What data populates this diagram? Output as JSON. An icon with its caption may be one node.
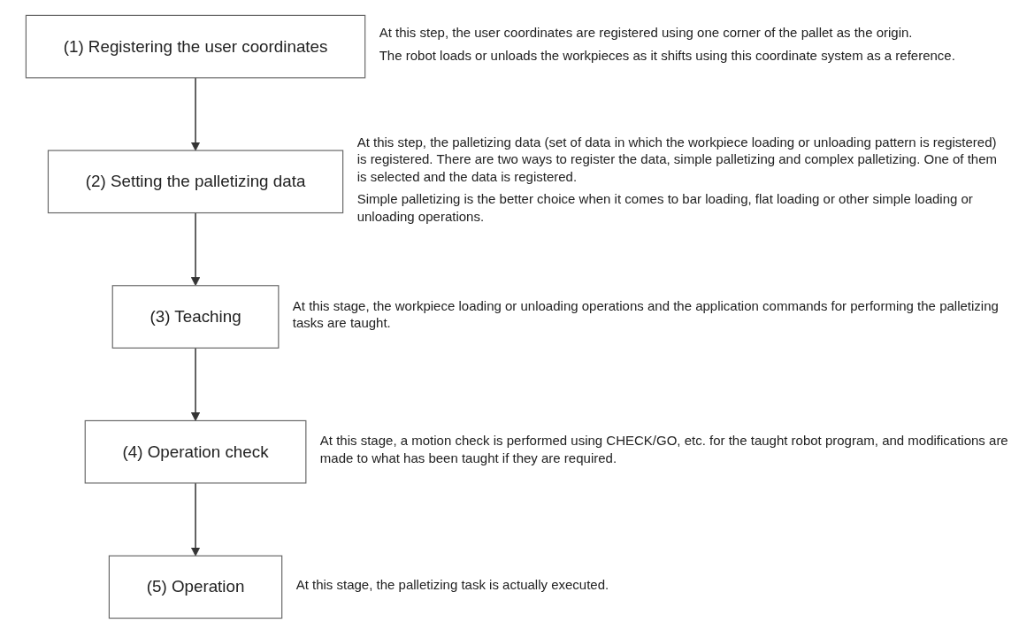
{
  "diagram": {
    "nodes": [
      {
        "text": [
          "(1) Registering the user coordinates"
        ],
        "beside": [
          "At this step, the user coordinates are registered using one corner of the pallet as the origin.",
          "The robot loads or unloads the workpieces as it shifts using this coordinate system as a reference."
        ]
      },
      {
        "text": [
          "(2) Setting the palletizing data"
        ],
        "beside": [
          "At this step, the palletizing data (set of data in which the workpiece loading or unloading pattern is registered) is registered. There are two ways to register the data, simple palletizing and complex palletizing. One of them is selected and the data is registered.",
          "Simple palletizing is the better choice when it comes to bar loading, flat loading or other simple loading or unloading operations."
        ]
      },
      {
        "text": [
          "(3) Teaching"
        ],
        "beside": [
          "At this stage, the workpiece loading or unloading operations and the application commands for performing the palletizing tasks are taught."
        ]
      },
      {
        "text": [
          "(4) Operation check"
        ],
        "beside": [
          "At this stage, a motion check is performed using CHECK/GO, etc. for the taught robot program, and modifications are made to what has been taught if they are required."
        ]
      },
      {
        "text": [
          "(5) Operation"
        ],
        "beside": [
          "At this stage, the palletizing task is actually executed."
        ]
      }
    ],
    "edges": [
      {
        "from": 0,
        "to": 1,
        "arrow": "to"
      },
      {
        "from": 1,
        "to": 2,
        "arrow": "to"
      },
      {
        "from": 2,
        "to": 3,
        "arrow": "to"
      },
      {
        "from": 3,
        "to": 4,
        "arrow": "to"
      }
    ]
  }
}
